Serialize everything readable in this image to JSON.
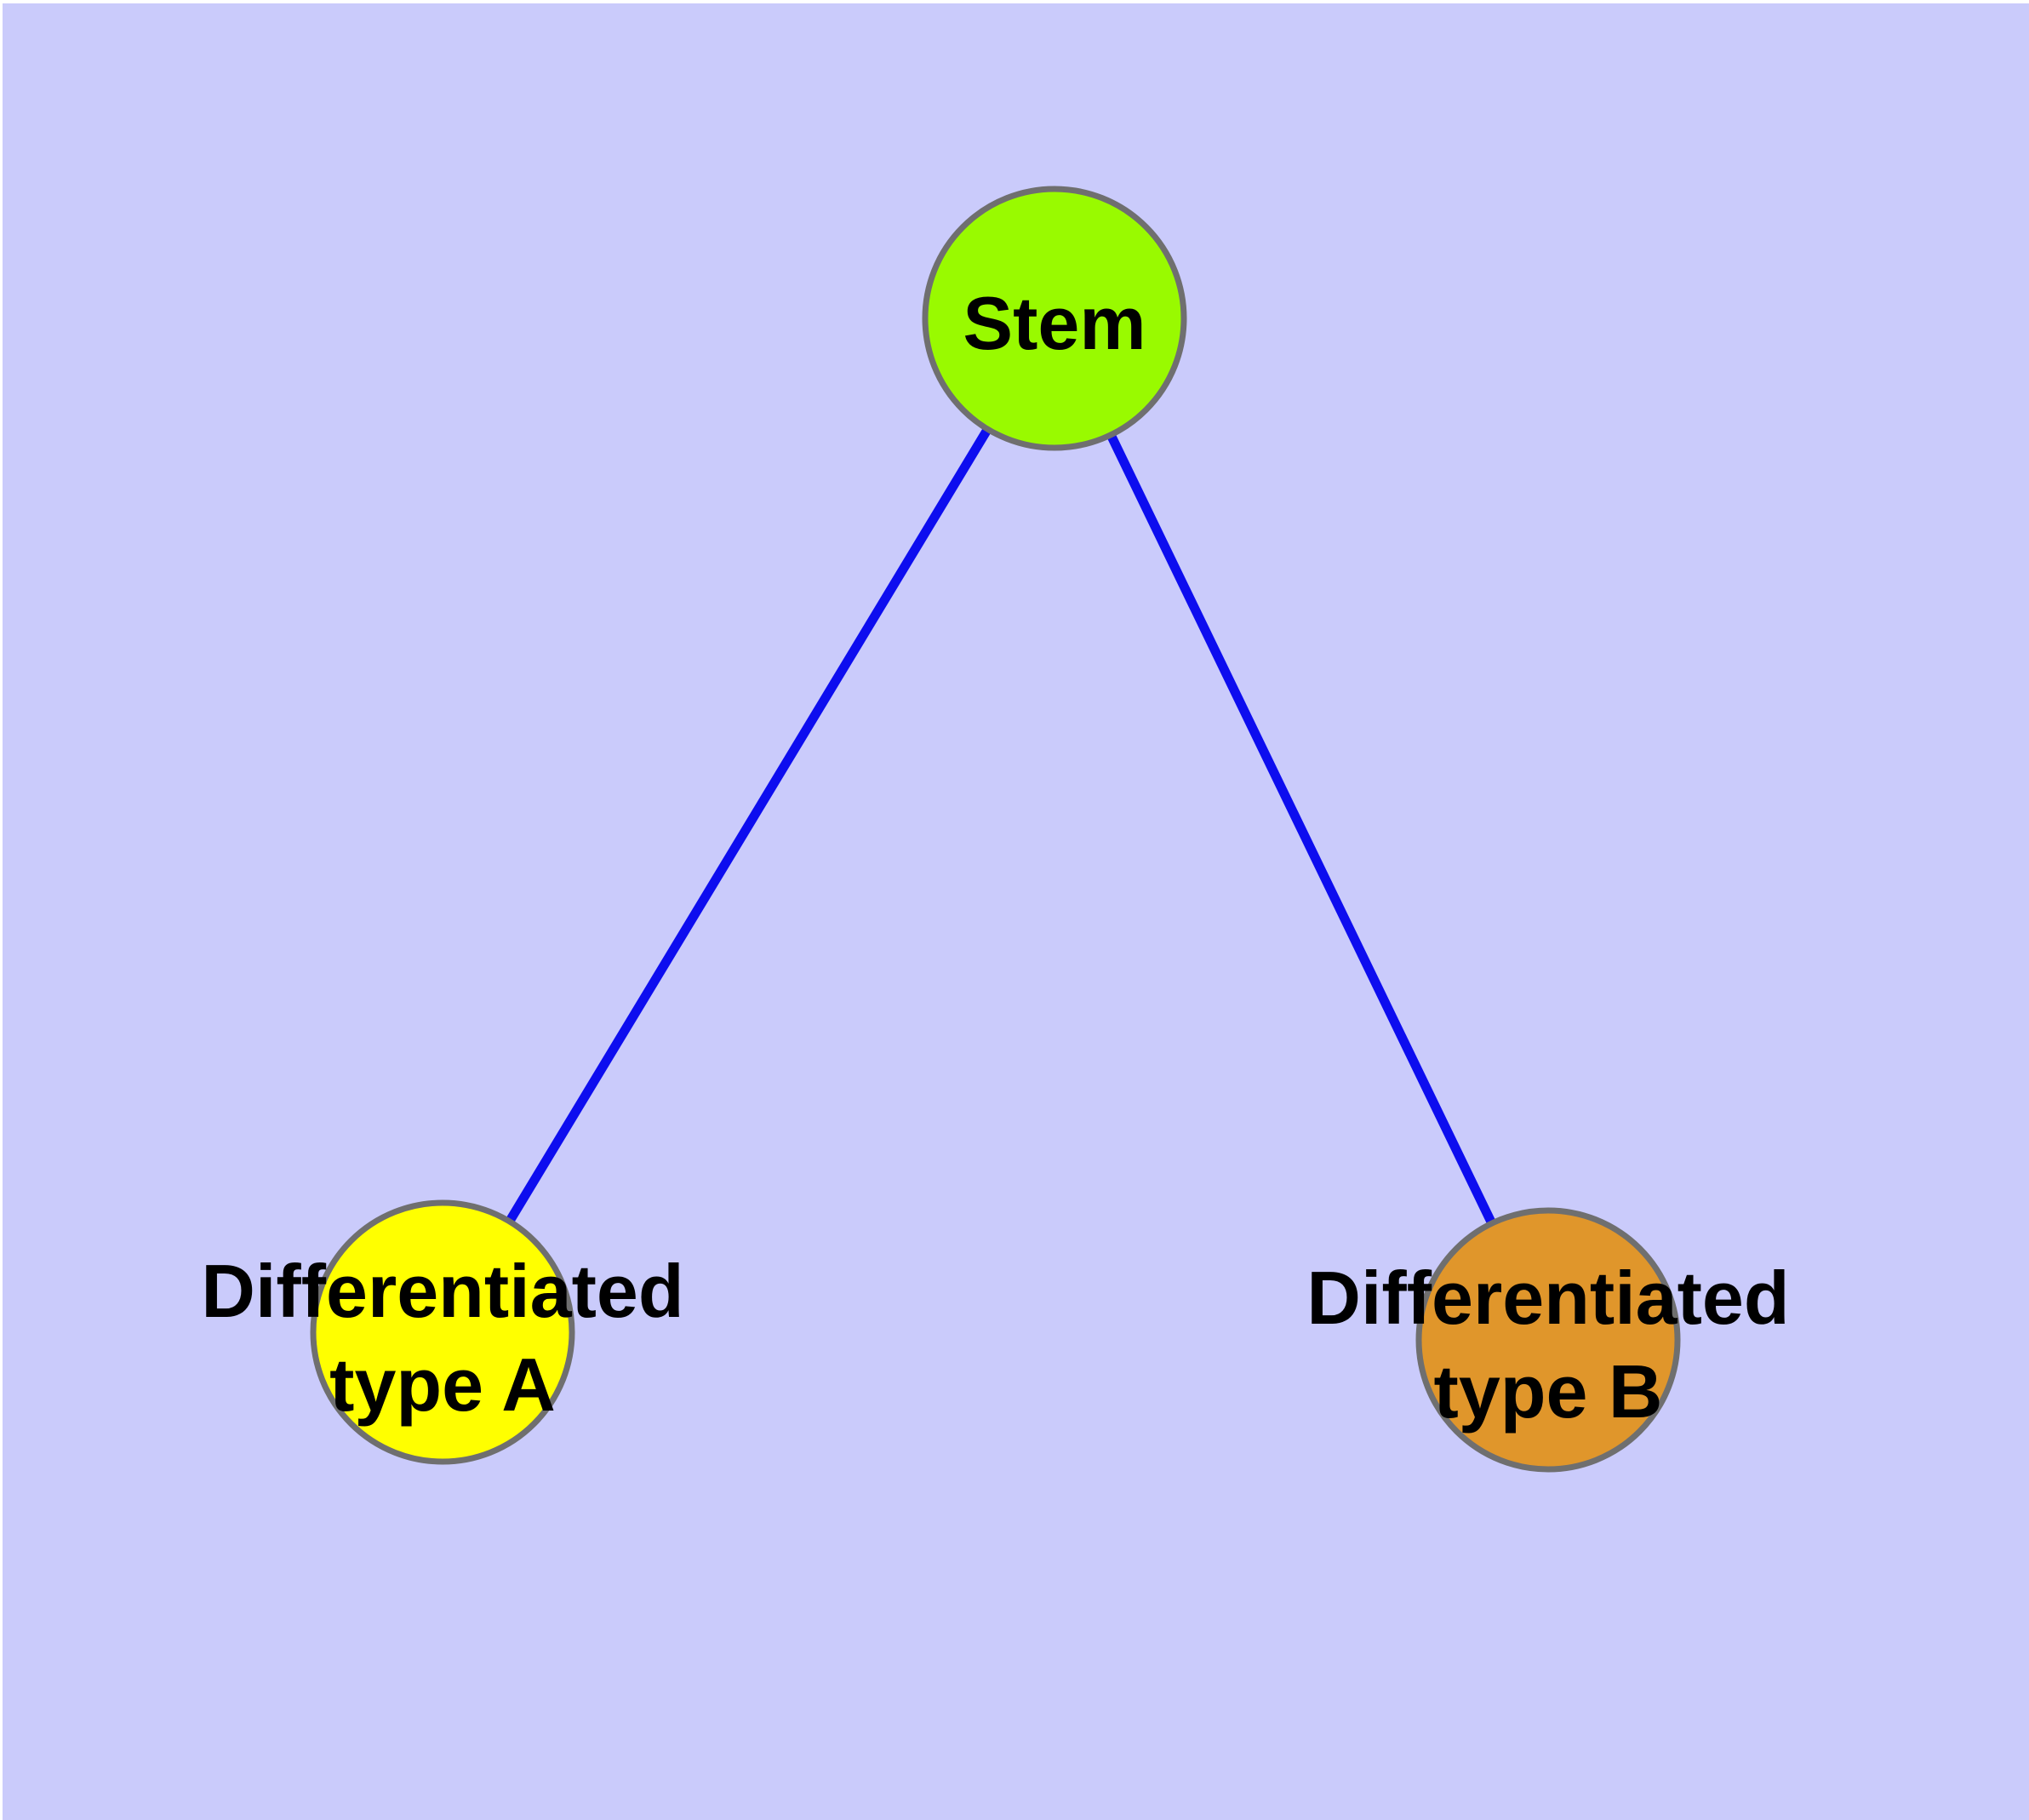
{
  "diagram": {
    "type": "graph",
    "description": "Cell differentiation tree: a stem node with two differentiated child nodes",
    "nodes": [
      {
        "id": "stem",
        "label": "Stem",
        "fill": "#99fa00"
      },
      {
        "id": "type-a",
        "label": "Differentiated\ntype A",
        "fill": "#ffff00"
      },
      {
        "id": "type-b",
        "label": "Differentiated\ntype B",
        "fill": "#e0962b"
      }
    ],
    "edges": [
      {
        "from": "stem",
        "to": "type-a"
      },
      {
        "from": "stem",
        "to": "type-b"
      }
    ],
    "colors": {
      "background": "#cacbfb",
      "edge": "#0d0def",
      "node_border": "#6f6f6f",
      "label_text": "#000000"
    }
  }
}
